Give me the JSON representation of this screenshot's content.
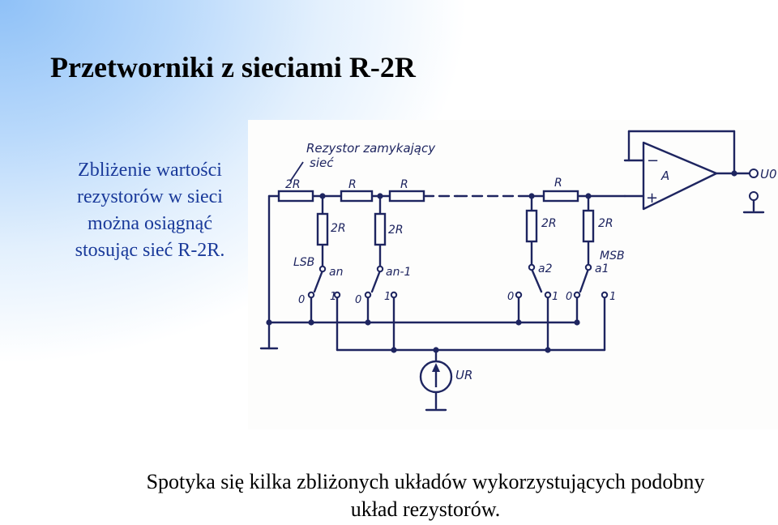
{
  "slide": {
    "title": "Przetworniki z sieciami R-2R",
    "side_lines": [
      "Zbliżenie wartości",
      "rezystorów w sieci",
      "można osiągnąć",
      "stosując sieć R-2R."
    ],
    "caption_lines": [
      "Spotyka się kilka zbliżonych układów wykorzystujących podobny",
      "układ rezystorów."
    ]
  },
  "diagram": {
    "annotation": [
      "Rezystor zamykający",
      "sieć"
    ],
    "series_resistors": [
      "2R",
      "R",
      "R",
      "R"
    ],
    "shunt_resistors": [
      "2R",
      "2R",
      "2R",
      "2R"
    ],
    "switch_labels": [
      "LSB",
      "MSB"
    ],
    "switches": [
      {
        "name": "an",
        "zero": "0",
        "one": "1"
      },
      {
        "name": "an-1",
        "zero": "0",
        "one": "1"
      },
      {
        "name": "a2",
        "zero": "0",
        "one": "1"
      },
      {
        "name": "a1",
        "zero": "0",
        "one": "1"
      }
    ],
    "opamp_label": "A",
    "opamp_minus": "−",
    "opamp_plus": "+",
    "output_label": "U0",
    "source_label": "UR",
    "ink_color": "#1e2560"
  }
}
